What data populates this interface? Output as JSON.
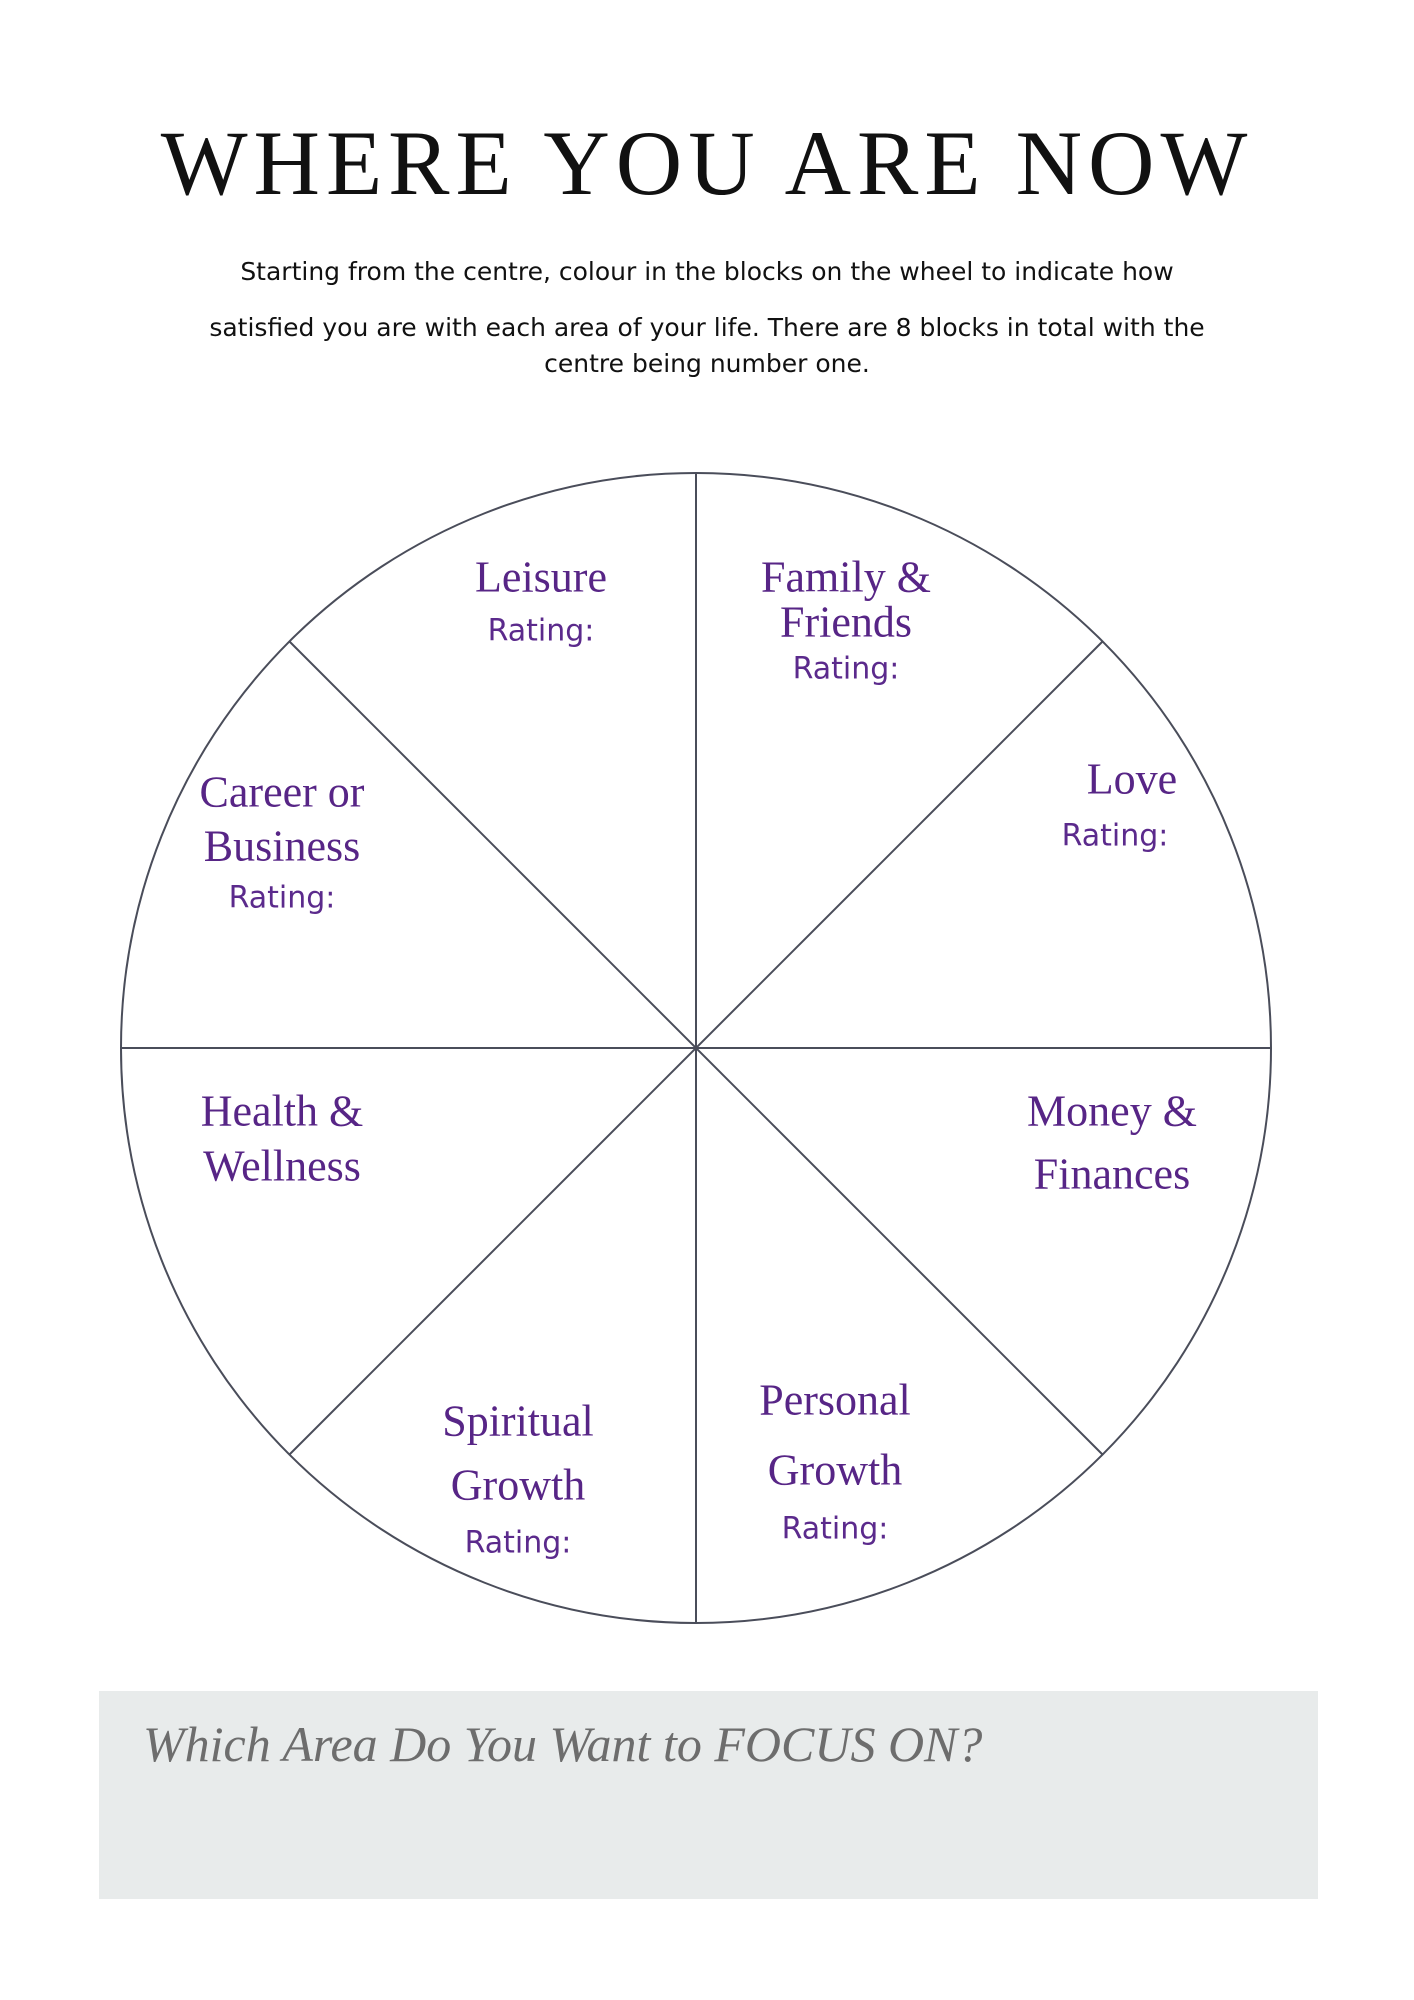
{
  "title": "WHERE YOU ARE NOW",
  "intro": {
    "line1": "Starting from the centre, colour in the blocks on the wheel to indicate how",
    "line2": "satisfied you are with each area of your life. There are 8 blocks in total with the centre being number one."
  },
  "wheel": {
    "rating_label": "Rating:",
    "areas": [
      {
        "name_1": "Leisure",
        "rating": "Rating:"
      },
      {
        "name_1": "Family &",
        "name_2": "Friends",
        "rating": "Rating:"
      },
      {
        "name_1": "Love",
        "rating": "Rating:"
      },
      {
        "name_1": "Career or",
        "name_2": "Business",
        "rating": "Rating:"
      },
      {
        "name_1": "Health &",
        "name_2": "Wellness"
      },
      {
        "name_1": "Money &",
        "name_2": "Finances"
      },
      {
        "name_1": "Personal",
        "name_2": "Growth",
        "rating": "Rating:"
      },
      {
        "name_1": "Spiritual",
        "name_2": "Growth",
        "rating": "Rating:"
      }
    ],
    "line_color": "#4a4d5a",
    "label_color": "#572586"
  },
  "focus": {
    "question": "Which Area Do You Want to FOCUS ON?"
  }
}
